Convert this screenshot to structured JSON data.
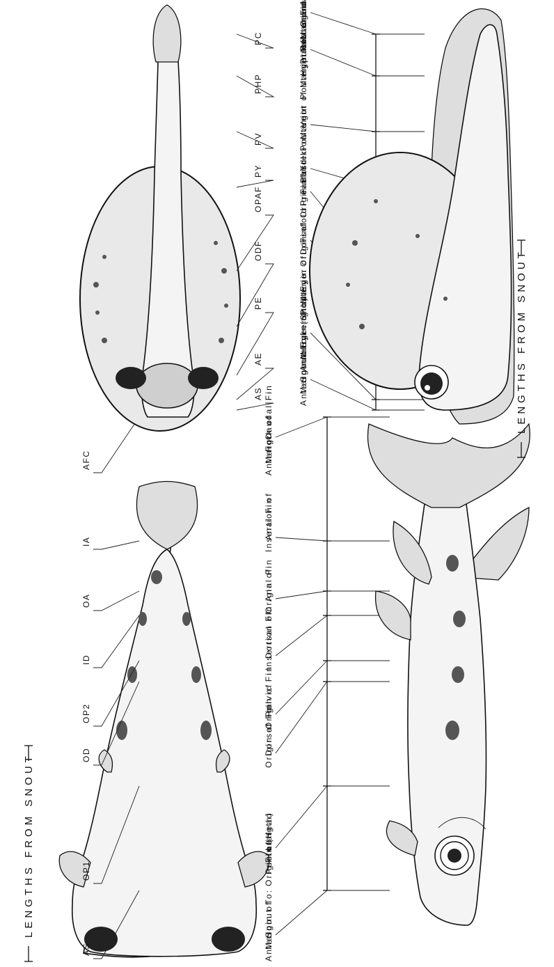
{
  "panels": [
    {
      "id": "juvenile",
      "header": "LENGTHS FROM SNOUT",
      "measurements": [
        {
          "abbr": "AS",
          "lines": [
            "Anterior",
            "Margin of",
            "Snout To:"
          ]
        },
        {
          "abbr": "OP1",
          "lines": [
            "Origin of",
            "Pectoral",
            "Fin (Head",
            "Length)"
          ]
        },
        {
          "abbr": "OD",
          "lines": [
            "Origin of",
            "Dorsal Fin"
          ]
        },
        {
          "abbr": "OP2",
          "lines": [
            "Origin of",
            "Pelvic Fin"
          ]
        },
        {
          "abbr": "ID",
          "lines": [
            "Insertion of",
            "Dorsal Fin"
          ]
        },
        {
          "abbr": "OA",
          "lines": [
            "Origin of",
            "Anal Fin"
          ]
        },
        {
          "abbr": "IA",
          "lines": [
            "Insertion of",
            "Anal Fin"
          ]
        },
        {
          "abbr": "AFC",
          "lines": [
            "Anterior",
            "Margin of",
            "Fork of",
            "Caudal Fin"
          ]
        }
      ]
    },
    {
      "id": "larva",
      "header": "LENGTHS FROM SNOUT",
      "measurements": [
        {
          "abbr": "AS",
          "lines": [
            "Anterior",
            "Margin of",
            "Snout To:"
          ]
        },
        {
          "abbr": "AE",
          "lines": [
            "Anterior",
            "Margin of",
            "Eye (Snout",
            "Length)"
          ]
        },
        {
          "abbr": "PE",
          "lines": [
            "Posterior",
            "Margin of",
            "Eye"
          ]
        },
        {
          "abbr": "ODF",
          "lines": [
            "Origin of",
            "Dorsal",
            "Finfold"
          ]
        },
        {
          "abbr": "OPAF",
          "lines": [
            "Origin of",
            "Preanal",
            "Finfold"
          ]
        },
        {
          "abbr": "PY",
          "lines": [
            "Posterior",
            "Yolk"
          ]
        },
        {
          "abbr": "PV",
          "lines": [
            "Posterior",
            "Margin of",
            "Vent"
          ]
        },
        {
          "abbr": "PHP",
          "lines": [
            "Posterior",
            "Margin of",
            "Hypural",
            "Plates or",
            "Notochord"
          ]
        },
        {
          "abbr": "PC",
          "lines": [
            "Posterior",
            "Margin of",
            "Caudal",
            "Fin"
          ]
        }
      ]
    }
  ]
}
